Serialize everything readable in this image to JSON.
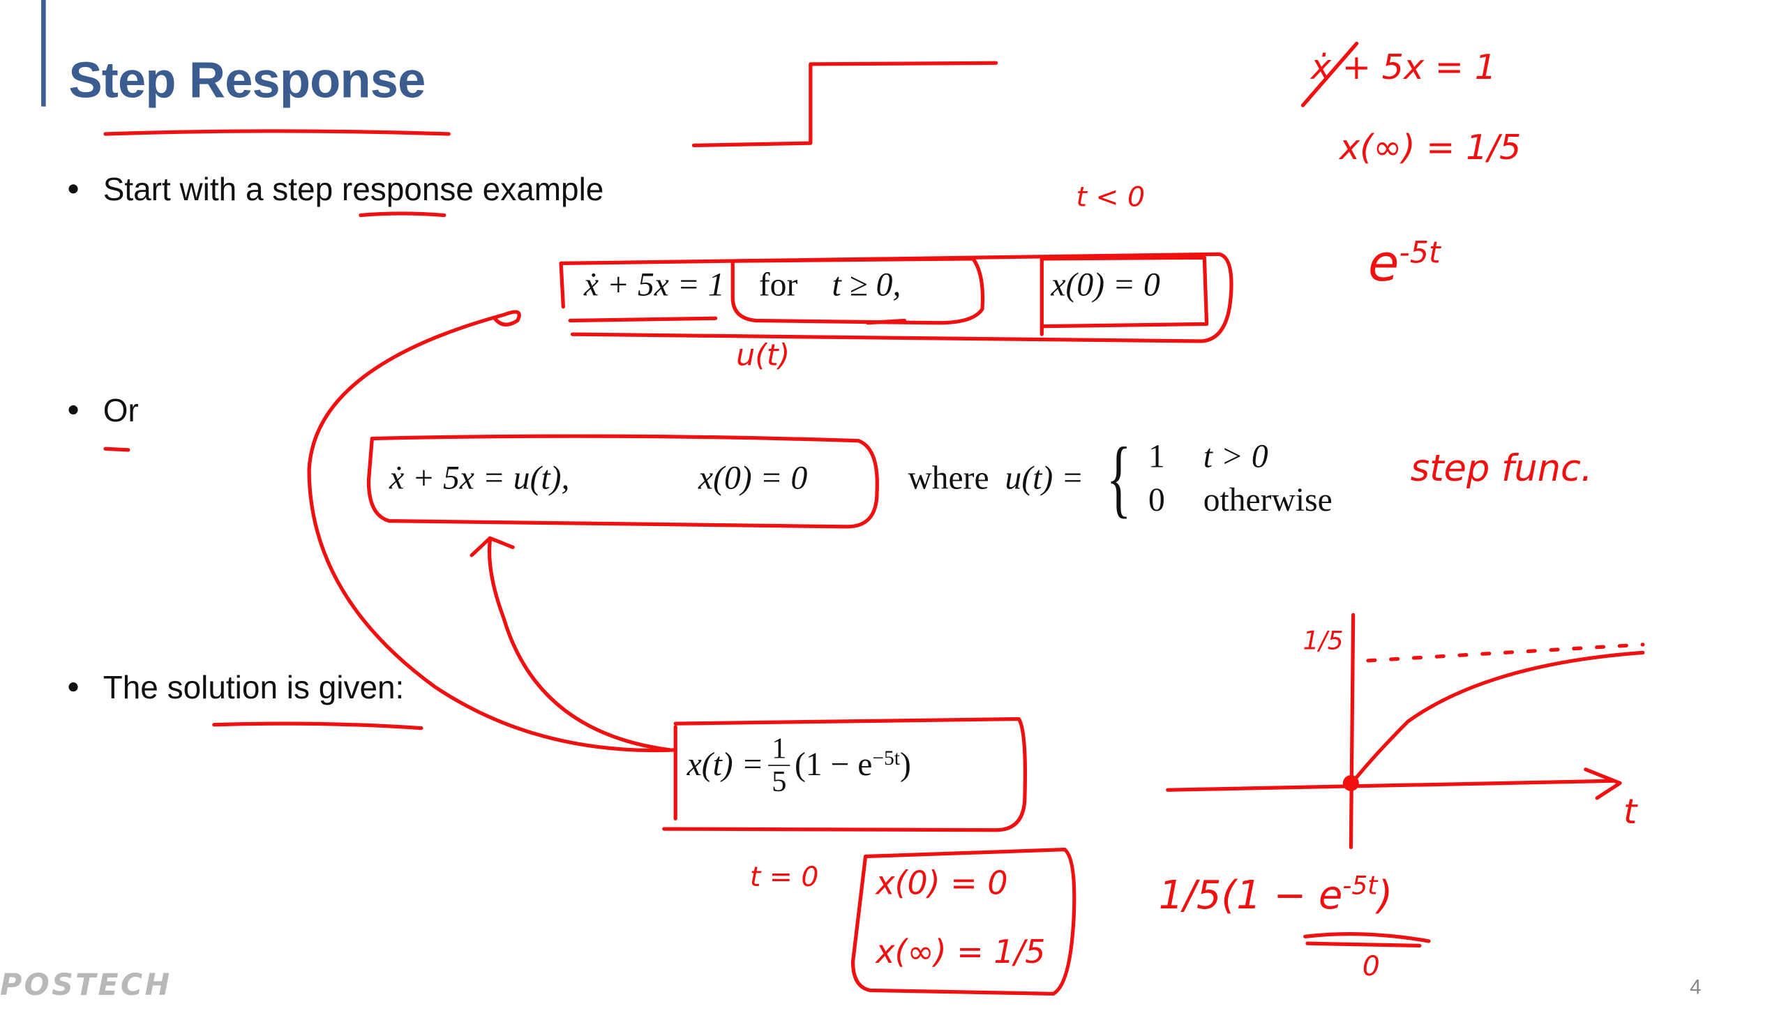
{
  "slide": {
    "title": "Step Response",
    "bullets": [
      "Start with a step response example",
      "Or",
      "The solution is given:"
    ],
    "page_number": "4",
    "logo": "POSTECH"
  },
  "equations": {
    "eq1_lhs": "ẋ + 5x = 1",
    "eq1_for": "for",
    "eq1_cond": "t ≥ 0,",
    "eq1_ic": "x(0) = 0",
    "eq2_lhs": "ẋ + 5x = u(t),",
    "eq2_ic": "x(0) = 0",
    "eq2_where": "where",
    "eq2_u": "u(t) =",
    "case1_val": "1",
    "case1_cond": "t > 0",
    "case2_val": "0",
    "case2_cond": "otherwise",
    "sol_lhs": "x(t) =",
    "sol_num": "1",
    "sol_den": "5",
    "sol_paren": "(1 − e",
    "sol_exp": "−5t",
    "sol_close": ")"
  },
  "annotations": {
    "ode": "ẋ + 5x = 1",
    "x_inf_top": "x(∞) = 1/5",
    "exp_base": "e",
    "exp_power": "-5t",
    "t_lt_0": "t < 0",
    "u_of_t": "u(t)",
    "step_func": "step func.",
    "t_eq_0": "t = 0",
    "x0": "x(0) = 0",
    "x_inf": "x(∞) = 1/5",
    "graph_level": "1/5",
    "graph_axis": "t",
    "expr": "1/5(1 − e",
    "expr_power": "-5t",
    "expr_close": ")",
    "expr_zero": "0"
  },
  "colors": {
    "ink": "#f01010",
    "title": "#3b5c8f"
  }
}
